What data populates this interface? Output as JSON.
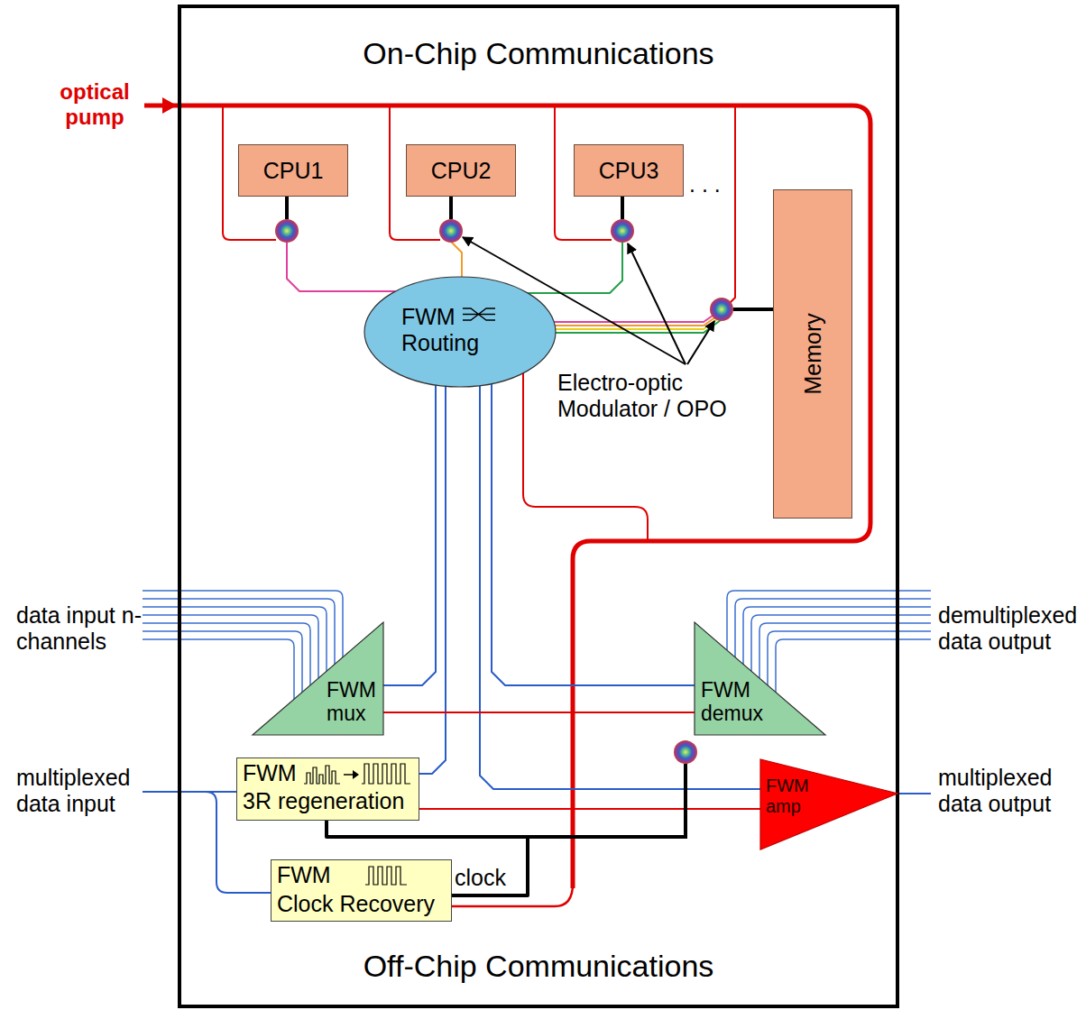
{
  "diagram": {
    "nodes": [
      {
        "text": [
          "On-Chip Communications",
          "Off-Chip Communications"
        ]
      },
      {
        "text": [
          "CPU1"
        ],
        "in": 0
      },
      {
        "text": [
          "CPU2"
        ],
        "in": 0
      },
      {
        "text": [
          "CPU3"
        ],
        "in": 0
      },
      {
        "text": [
          "Memory"
        ],
        "in": 0
      },
      {
        "text": [
          "FWM Routing"
        ],
        "in": 0
      },
      {
        "text": [
          "FWM mux"
        ],
        "in": 0
      },
      {
        "text": [
          "FWM demux"
        ],
        "in": 0
      },
      {
        "text": [
          "FWM",
          "3R regeneration"
        ],
        "in": 0
      },
      {
        "text": [
          "FWM",
          "Clock Recovery"
        ],
        "in": 0
      },
      {
        "text": [
          "FWM amp"
        ],
        "in": 0
      }
    ],
    "edges": [
      {
        "from": 5,
        "to": 1,
        "arrow": "none"
      },
      {
        "from": 5,
        "to": 2,
        "arrow": "none"
      },
      {
        "from": 5,
        "to": 3,
        "arrow": "none"
      },
      {
        "from": 5,
        "to": 4,
        "arrow": "none"
      },
      {
        "from": 5,
        "to": 6,
        "arrow": "none"
      },
      {
        "from": 5,
        "to": 8,
        "arrow": "none"
      },
      {
        "from": 5,
        "to": 7,
        "arrow": "none"
      },
      {
        "from": 5,
        "to": 10,
        "arrow": "none"
      },
      {
        "from": 6,
        "to": 7,
        "arrow": "none"
      },
      {
        "from": 8,
        "to": 10,
        "arrow": "none"
      },
      {
        "from": 9,
        "to": 8,
        "label": "clock",
        "arrow": "none"
      }
    ],
    "labels": [
      "optical pump",
      ". . .",
      "Electro-optic Modulator / OPO",
      "data input n-channels",
      "demultiplexed data output",
      "multiplexed data input",
      "multiplexed data output"
    ]
  }
}
